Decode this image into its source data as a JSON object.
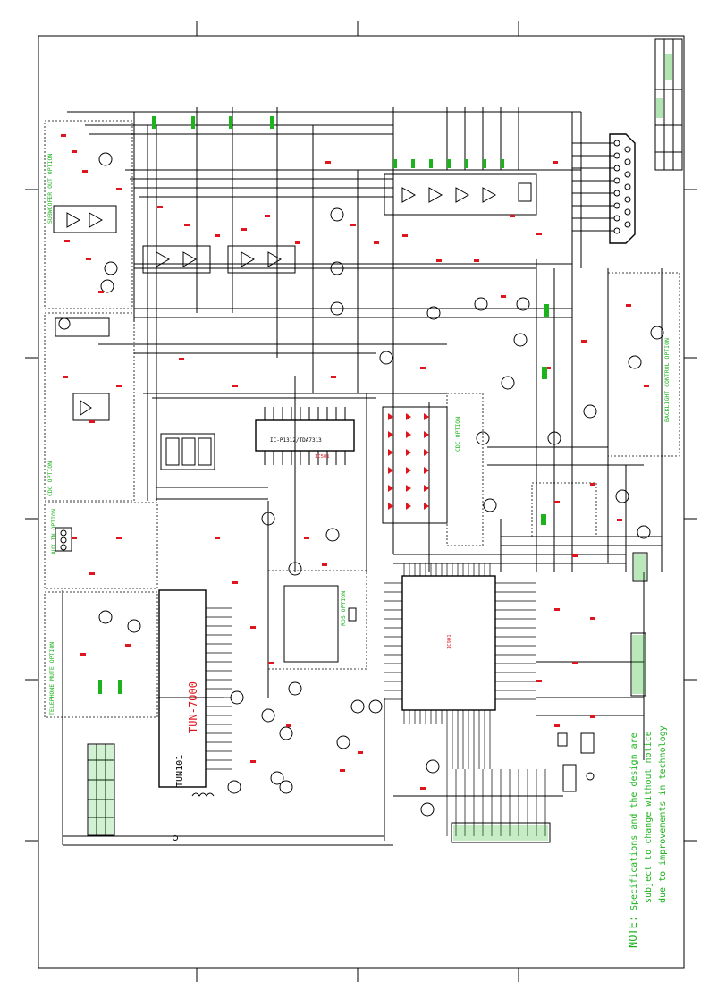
{
  "note": {
    "label": "NOTE:",
    "line1": "Specifications and the design are",
    "line2": "subject to change without notice",
    "line3": "due to improvements in technology"
  },
  "tuner": {
    "model": "TUN-7000",
    "ref": "TUN101"
  },
  "ic": {
    "audio_ref": "IC501",
    "audio_part": "IC-P1312/TDA7313",
    "mcu_ref": "IC901"
  },
  "options": {
    "subwoofer": "SUBWOOFER OUT OPTION",
    "cdc_left": "CDC OPTION",
    "aux_in": "AUX IN OPTION",
    "tel_mute": "TELEPHONE MUTE OPTION",
    "rds": "RDS OPTION",
    "cdc_mid": "CDC OPTION",
    "backlight": "BACKLIGHT CONTROL OPTION"
  },
  "colors": {
    "label": "#1db31d",
    "part_value": "#e0141c",
    "wire": "#000000"
  }
}
